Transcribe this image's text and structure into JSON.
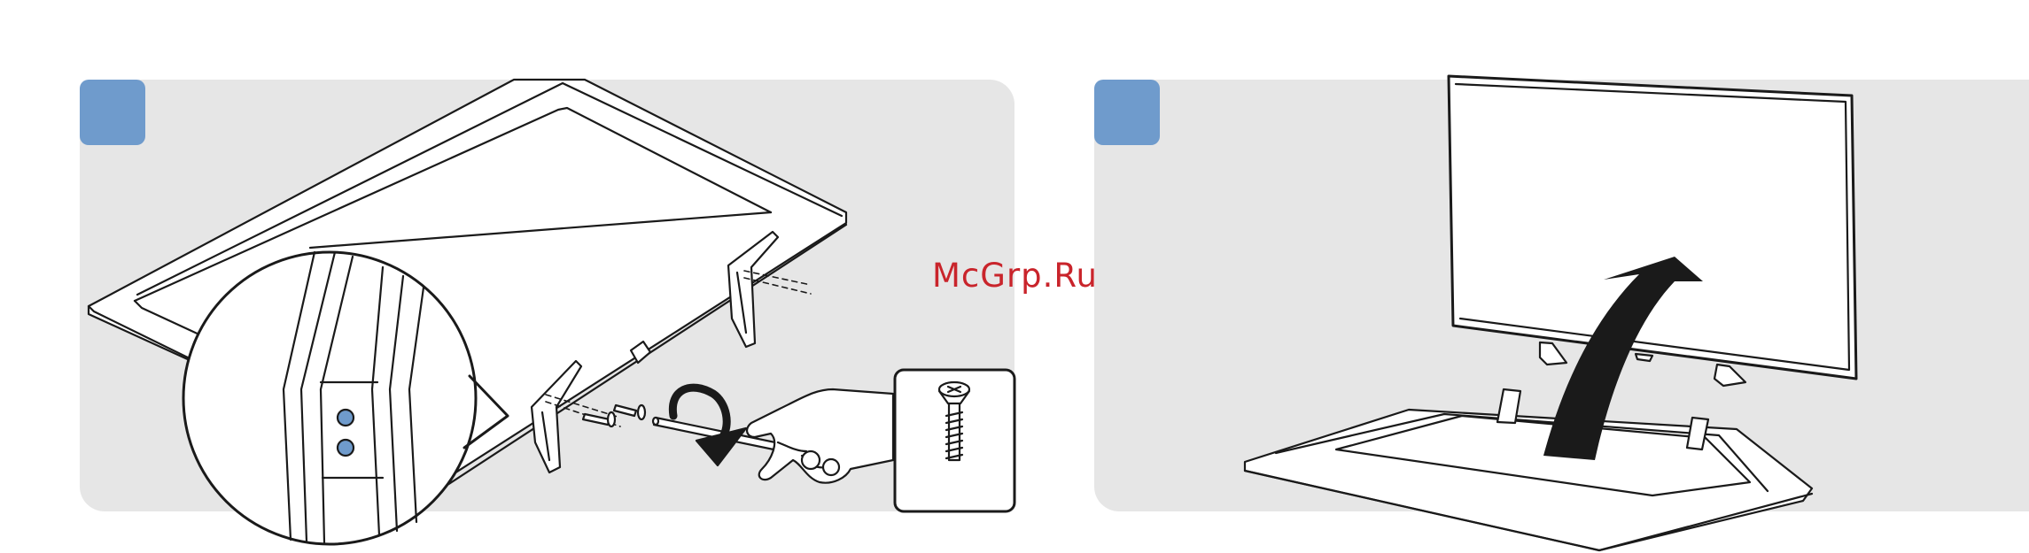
{
  "watermark": {
    "text": "McGrp.Ru",
    "color": "#c9242b"
  },
  "colors": {
    "panel_background": "#e6e6e6",
    "step_badge": "#6f9bcc",
    "screw_hole": "#6f9bcc",
    "line": "#1a1a1a"
  },
  "steps": [
    {
      "panel": "left",
      "content": [
        "tv-face-down",
        "stand-legs",
        "screws",
        "screwdriver-in-hand",
        "rotation-arrow",
        "magnified-mount-circle",
        "screw-detail-box"
      ]
    },
    {
      "panel": "right",
      "content": [
        "tv-standing",
        "flip-up-arrow",
        "padded-surface"
      ]
    }
  ]
}
